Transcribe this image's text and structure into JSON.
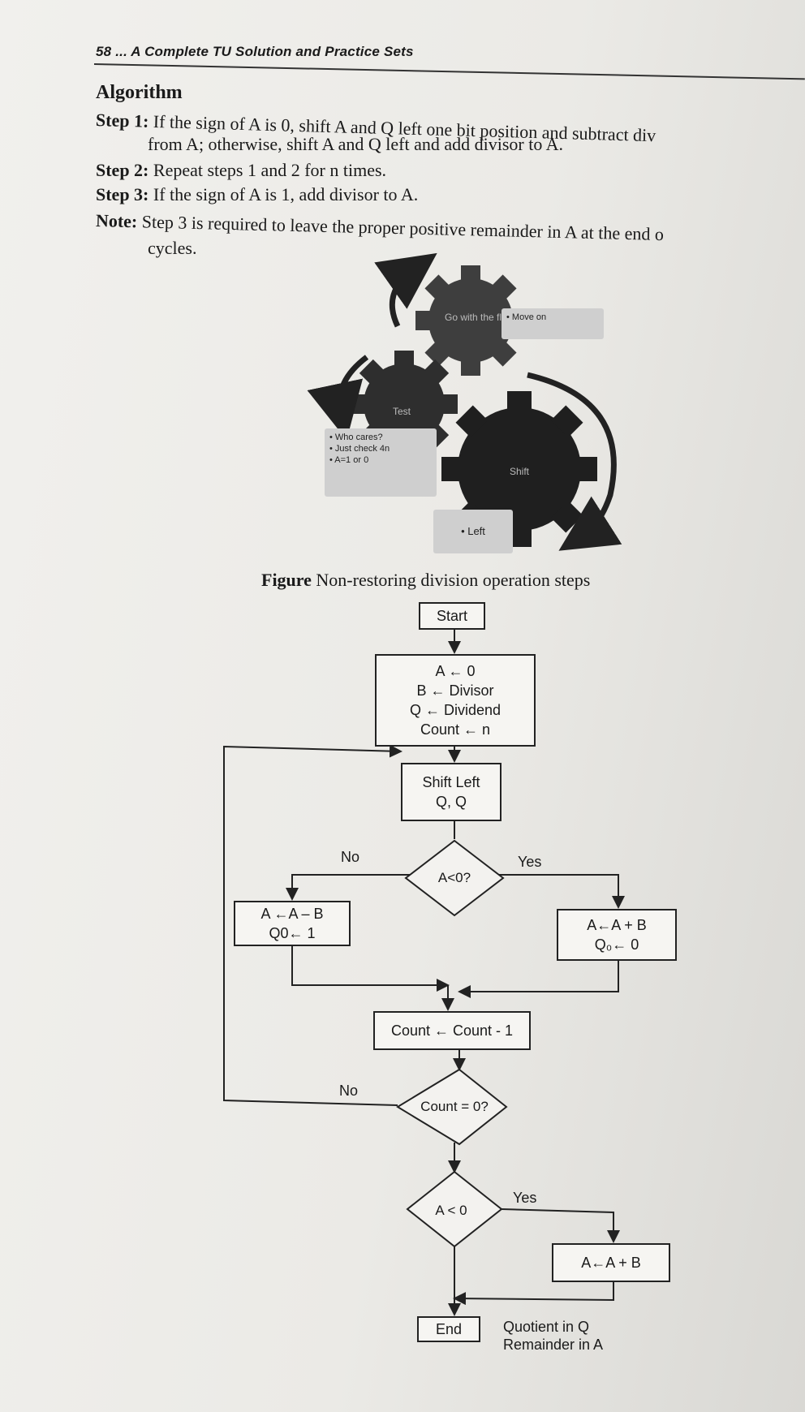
{
  "header": {
    "running_head": "58 ... A Complete TU Solution and Practice Sets"
  },
  "algorithm": {
    "heading": "Algorithm",
    "step1_label": "Step 1:",
    "step1_text": " If the sign of A is 0, shift A and Q left one bit position and subtract div",
    "step1_cont": "from A; otherwise, shift A and Q left and add divisor to A.",
    "step2_label": "Step 2:",
    "step2_text": " Repeat steps 1 and 2 for n times.",
    "step3_label": "Step 3:",
    "step3_text": " If the sign of A is 1, add divisor to A.",
    "note_label": "Note:",
    "note_text": " Step 3 is required to leave the proper positive remainder in A at the end o",
    "note_cont": "cycles."
  },
  "gear_figure": {
    "gear_top_label": "Go with the flow",
    "gear_mid_label": "Test",
    "gear_big_label": "Shift",
    "note_move_on": "• Move on",
    "note_left": "• Left",
    "note_who_cares": [
      "• Who cares?",
      "• Just check 4n",
      "• A=1 or 0"
    ],
    "caption_bold": "Figure",
    "caption_text": " Non-restoring division operation steps"
  },
  "flowchart": {
    "start": "Start",
    "init": [
      "A ← 0",
      "B ← Divisor",
      "Q ← Dividend",
      "Count ← n"
    ],
    "shift": [
      "Shift Left",
      "Q, Q"
    ],
    "cond1": "A<0?",
    "no1": "No",
    "yes1": "Yes",
    "left_box": [
      "A ←A – B",
      "Q0← 1"
    ],
    "right_box": [
      "A←A + B",
      "Q₀← 0"
    ],
    "count_dec": "Count ← Count - 1",
    "cond2": "Count = 0?",
    "no2": "No",
    "cond3": "A < 0",
    "yes3": "Yes",
    "final_add": "A←A + B",
    "end": "End",
    "result": [
      "Quotient in Q",
      "Remainder in A"
    ]
  }
}
